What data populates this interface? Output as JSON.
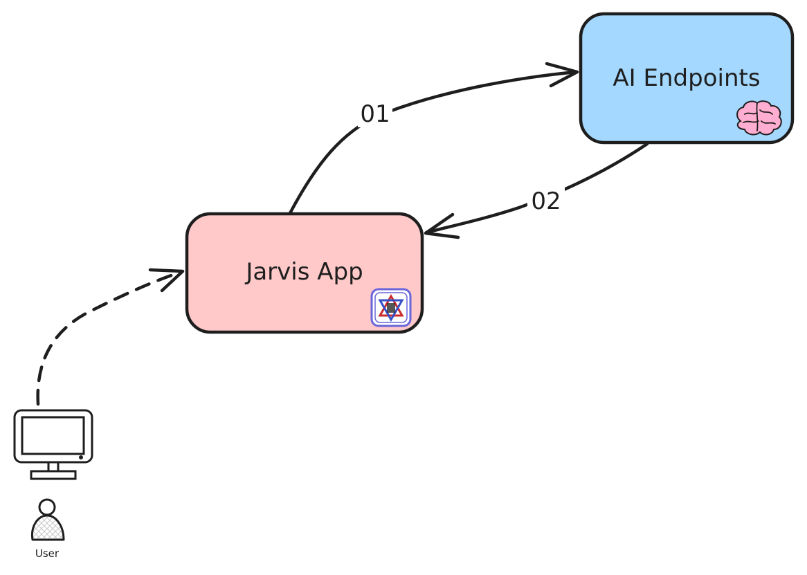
{
  "nodes": {
    "ai_endpoints": {
      "label": "AI Endpoints",
      "fill": "#a5d8ff",
      "icon": "brain-icon"
    },
    "jarvis_app": {
      "label": "Jarvis App",
      "fill": "#ffc9c9",
      "icon": "app-logo-icon"
    },
    "user": {
      "label": "User",
      "icon": "monitor-icon"
    }
  },
  "edges": {
    "e01": {
      "label": "01",
      "from": "jarvis_app",
      "to": "ai_endpoints"
    },
    "e02": {
      "label": "02",
      "from": "ai_endpoints",
      "to": "jarvis_app"
    },
    "user_to_app": {
      "from": "user",
      "to": "jarvis_app",
      "style": "dashed"
    }
  },
  "colors": {
    "stroke": "#1e1e1e",
    "brain": "#ffadd0",
    "logo_frame": "#6965db"
  }
}
